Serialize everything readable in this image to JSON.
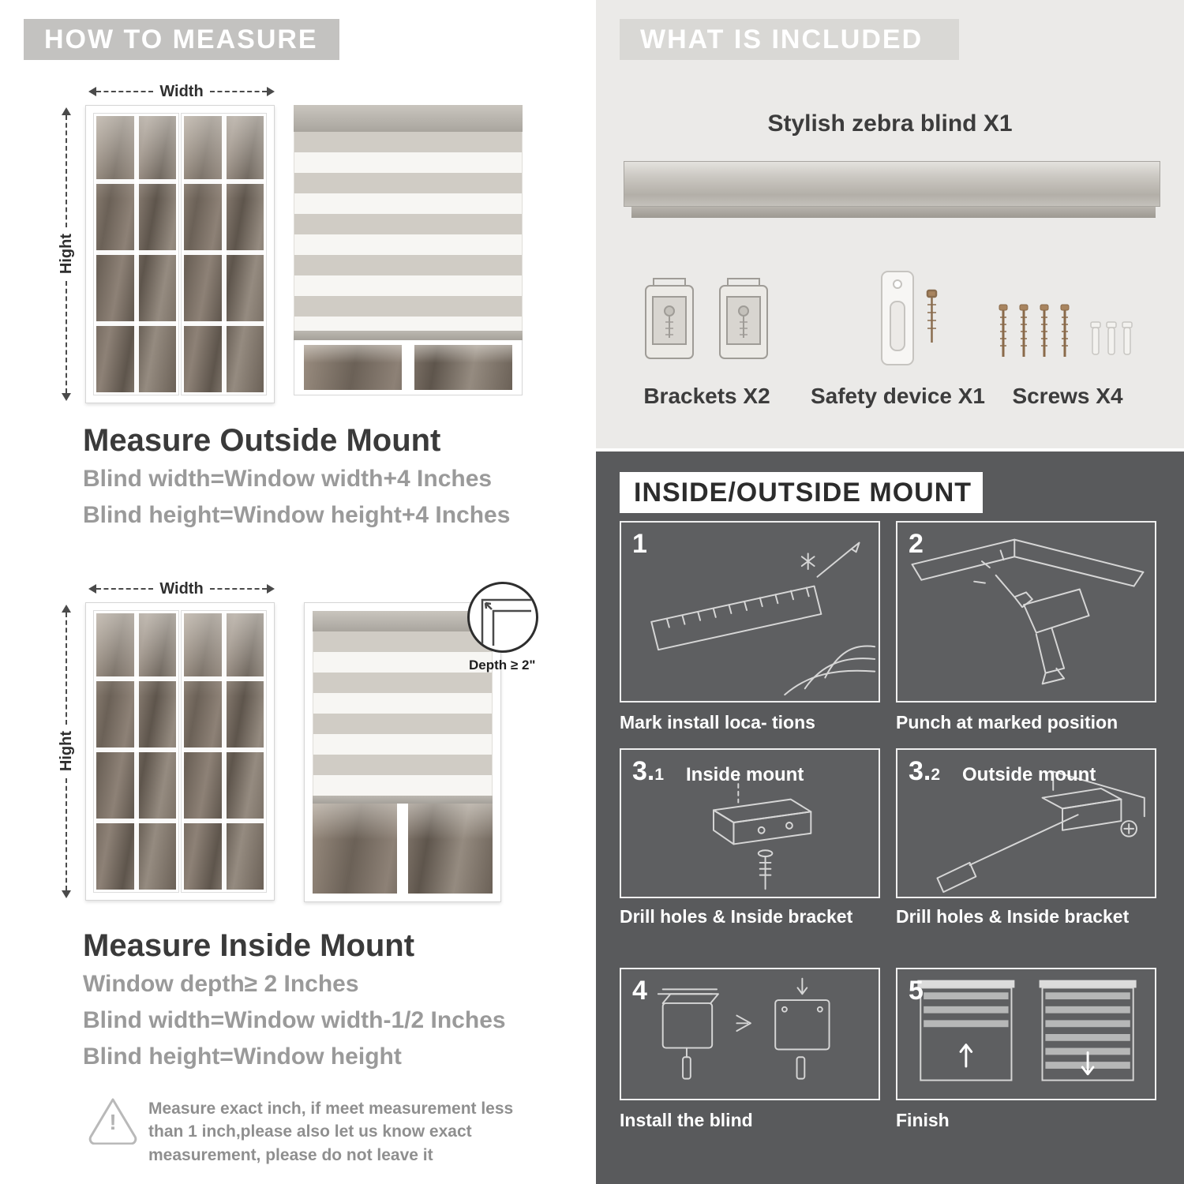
{
  "how_to_measure": {
    "header": "HOW TO MEASURE",
    "outside": {
      "width_label": "Width",
      "height_label": "Hight",
      "title": "Measure Outside Mount",
      "line1": "Blind width=Window width+4 Inches",
      "line2": "Blind height=Window height+4 Inches"
    },
    "inside": {
      "width_label": "Width",
      "height_label": "Hight",
      "depth_label": "Depth ≥ 2\"",
      "title": "Measure Inside Mount",
      "line1": "Window depth≥ 2 Inches",
      "line2": "Blind width=Window width-1/2 Inches",
      "line3": "Blind height=Window height"
    },
    "warning_mark": "!",
    "warning_text": "Measure exact inch, if meet measurement less than 1 inch,please also let us know exact measurement, please do not leave it"
  },
  "what_is_included": {
    "header": "WHAT IS INCLUDED",
    "blind_label": "Stylish zebra blind X1",
    "item1_label": "Brackets X2",
    "item2_label": "Safety device X1",
    "item3_label": "Screws X4"
  },
  "mount_guide": {
    "header": "INSIDE/OUTSIDE MOUNT",
    "steps": [
      {
        "num": "1",
        "sub": "",
        "label": "",
        "caption": "Mark install loca- tions"
      },
      {
        "num": "2",
        "sub": "",
        "label": "",
        "caption": "Punch at  marked position"
      },
      {
        "num": "3.",
        "sub": "1",
        "label": "Inside mount",
        "caption": "Drill holes &  Inside bracket"
      },
      {
        "num": "3.",
        "sub": "2",
        "label": "Outside mount",
        "caption": "Drill holes &  Inside bracket"
      },
      {
        "num": "4",
        "sub": "",
        "label": "",
        "caption": "Install the blind"
      },
      {
        "num": "5",
        "sub": "",
        "label": "",
        "caption": "Finish"
      }
    ]
  },
  "colors": {
    "banner_gray": "#c3c2c0",
    "included_bg": "#ebeae8",
    "dark_bg": "#595a5c"
  }
}
